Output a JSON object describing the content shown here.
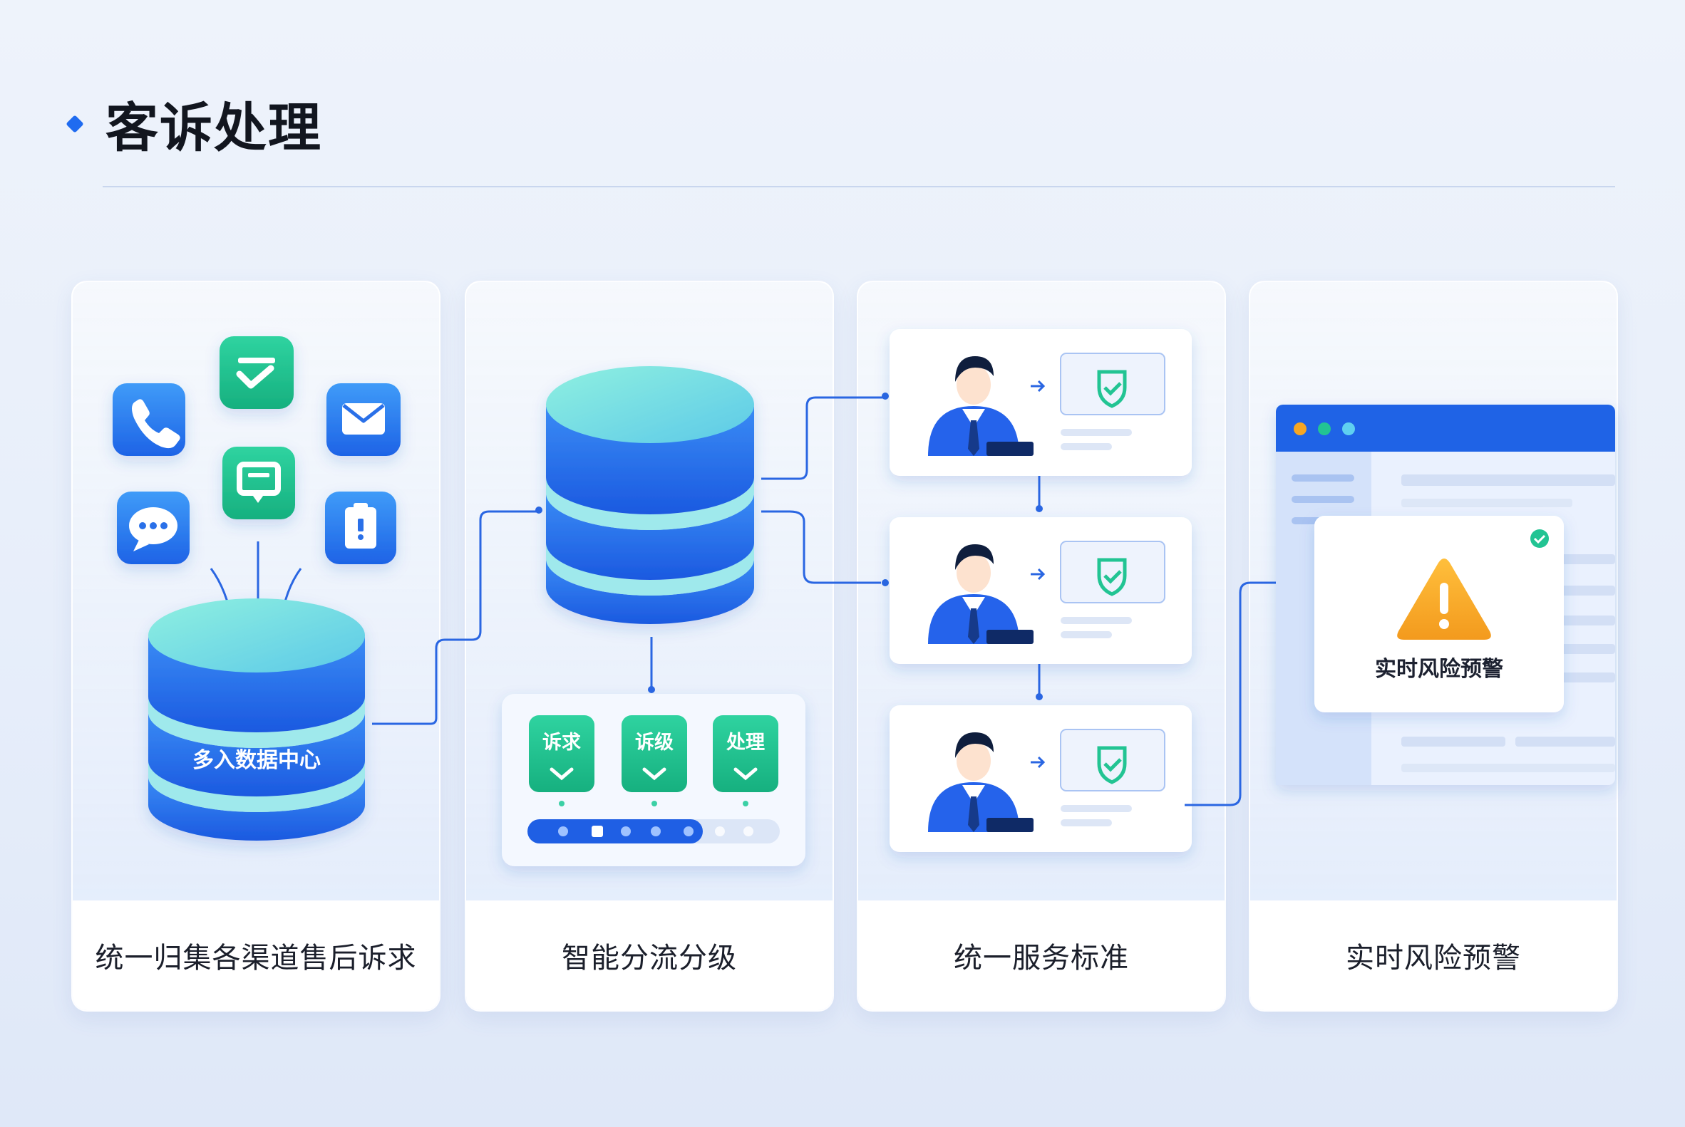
{
  "header": {
    "title": "客诉处理"
  },
  "colors": {
    "primary": "#1f6bf0",
    "teal": "#22c493",
    "warning": "#f6a623"
  },
  "steps": [
    {
      "label": "统一归集各渠道售后诉求",
      "icons": [
        "phone-icon",
        "check-message-icon",
        "mail-icon",
        "chat-bubble-icon",
        "feedback-icon",
        "clipboard-icon"
      ],
      "database_label": "多入数据中心"
    },
    {
      "label": "智能分流分级",
      "tags": [
        "诉求",
        "诉级",
        "处理"
      ]
    },
    {
      "label": "统一服务标准"
    },
    {
      "label": "实时风险预警",
      "alert": "实时风险预警"
    }
  ]
}
